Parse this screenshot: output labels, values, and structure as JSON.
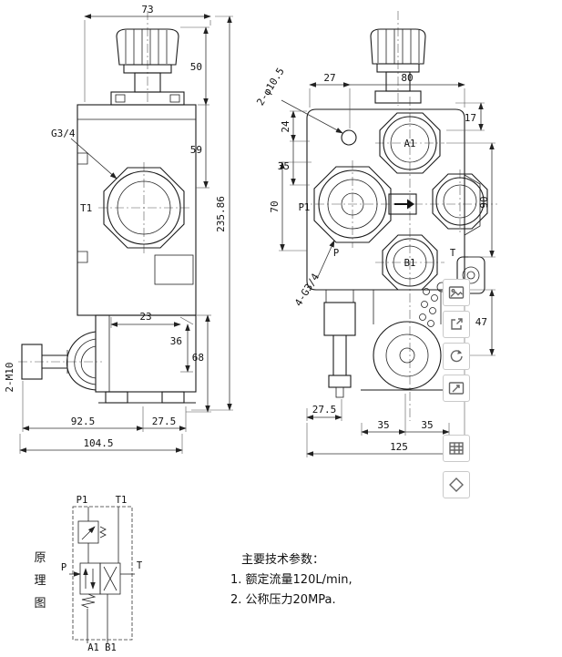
{
  "left_view": {
    "dims": {
      "w73": "73",
      "h50": "50",
      "h59": "59",
      "total": "235.86",
      "d23": "23",
      "d36": "36",
      "d68": "68",
      "b92_5": "92.5",
      "b27_5": "27.5",
      "b104_5": "104.5"
    },
    "labels": {
      "g34": "G3/4",
      "t1": "T1",
      "m10": "2-M10"
    }
  },
  "right_view": {
    "dims": {
      "t27": "27",
      "t80": "80",
      "r17": "17",
      "l24": "24",
      "l35": "35",
      "l70": "70",
      "r90": "90",
      "r47": "47",
      "b27_5": "27.5",
      "b35a": "35",
      "b35b": "35",
      "b125": "125"
    },
    "labels": {
      "hole": "2-φ10.5",
      "ports": "4-G3/4",
      "a1": "A1",
      "p1": "P1",
      "p": "P",
      "b1": "B1",
      "t": "T"
    }
  },
  "schematic": {
    "title_chars": [
      "原",
      "理",
      "图"
    ],
    "labels": {
      "p1": "P1",
      "t1": "T1",
      "p": "P",
      "t": "T",
      "a1b1": "A1 B1"
    }
  },
  "notes": {
    "title": "主要技术参数：",
    "line1": "1. 额定流量120L/min,",
    "line2": "2. 公称压力20MPa."
  },
  "toolbar": {
    "icons": [
      "image",
      "export",
      "rotate",
      "edit-image",
      "table",
      "shape"
    ]
  }
}
